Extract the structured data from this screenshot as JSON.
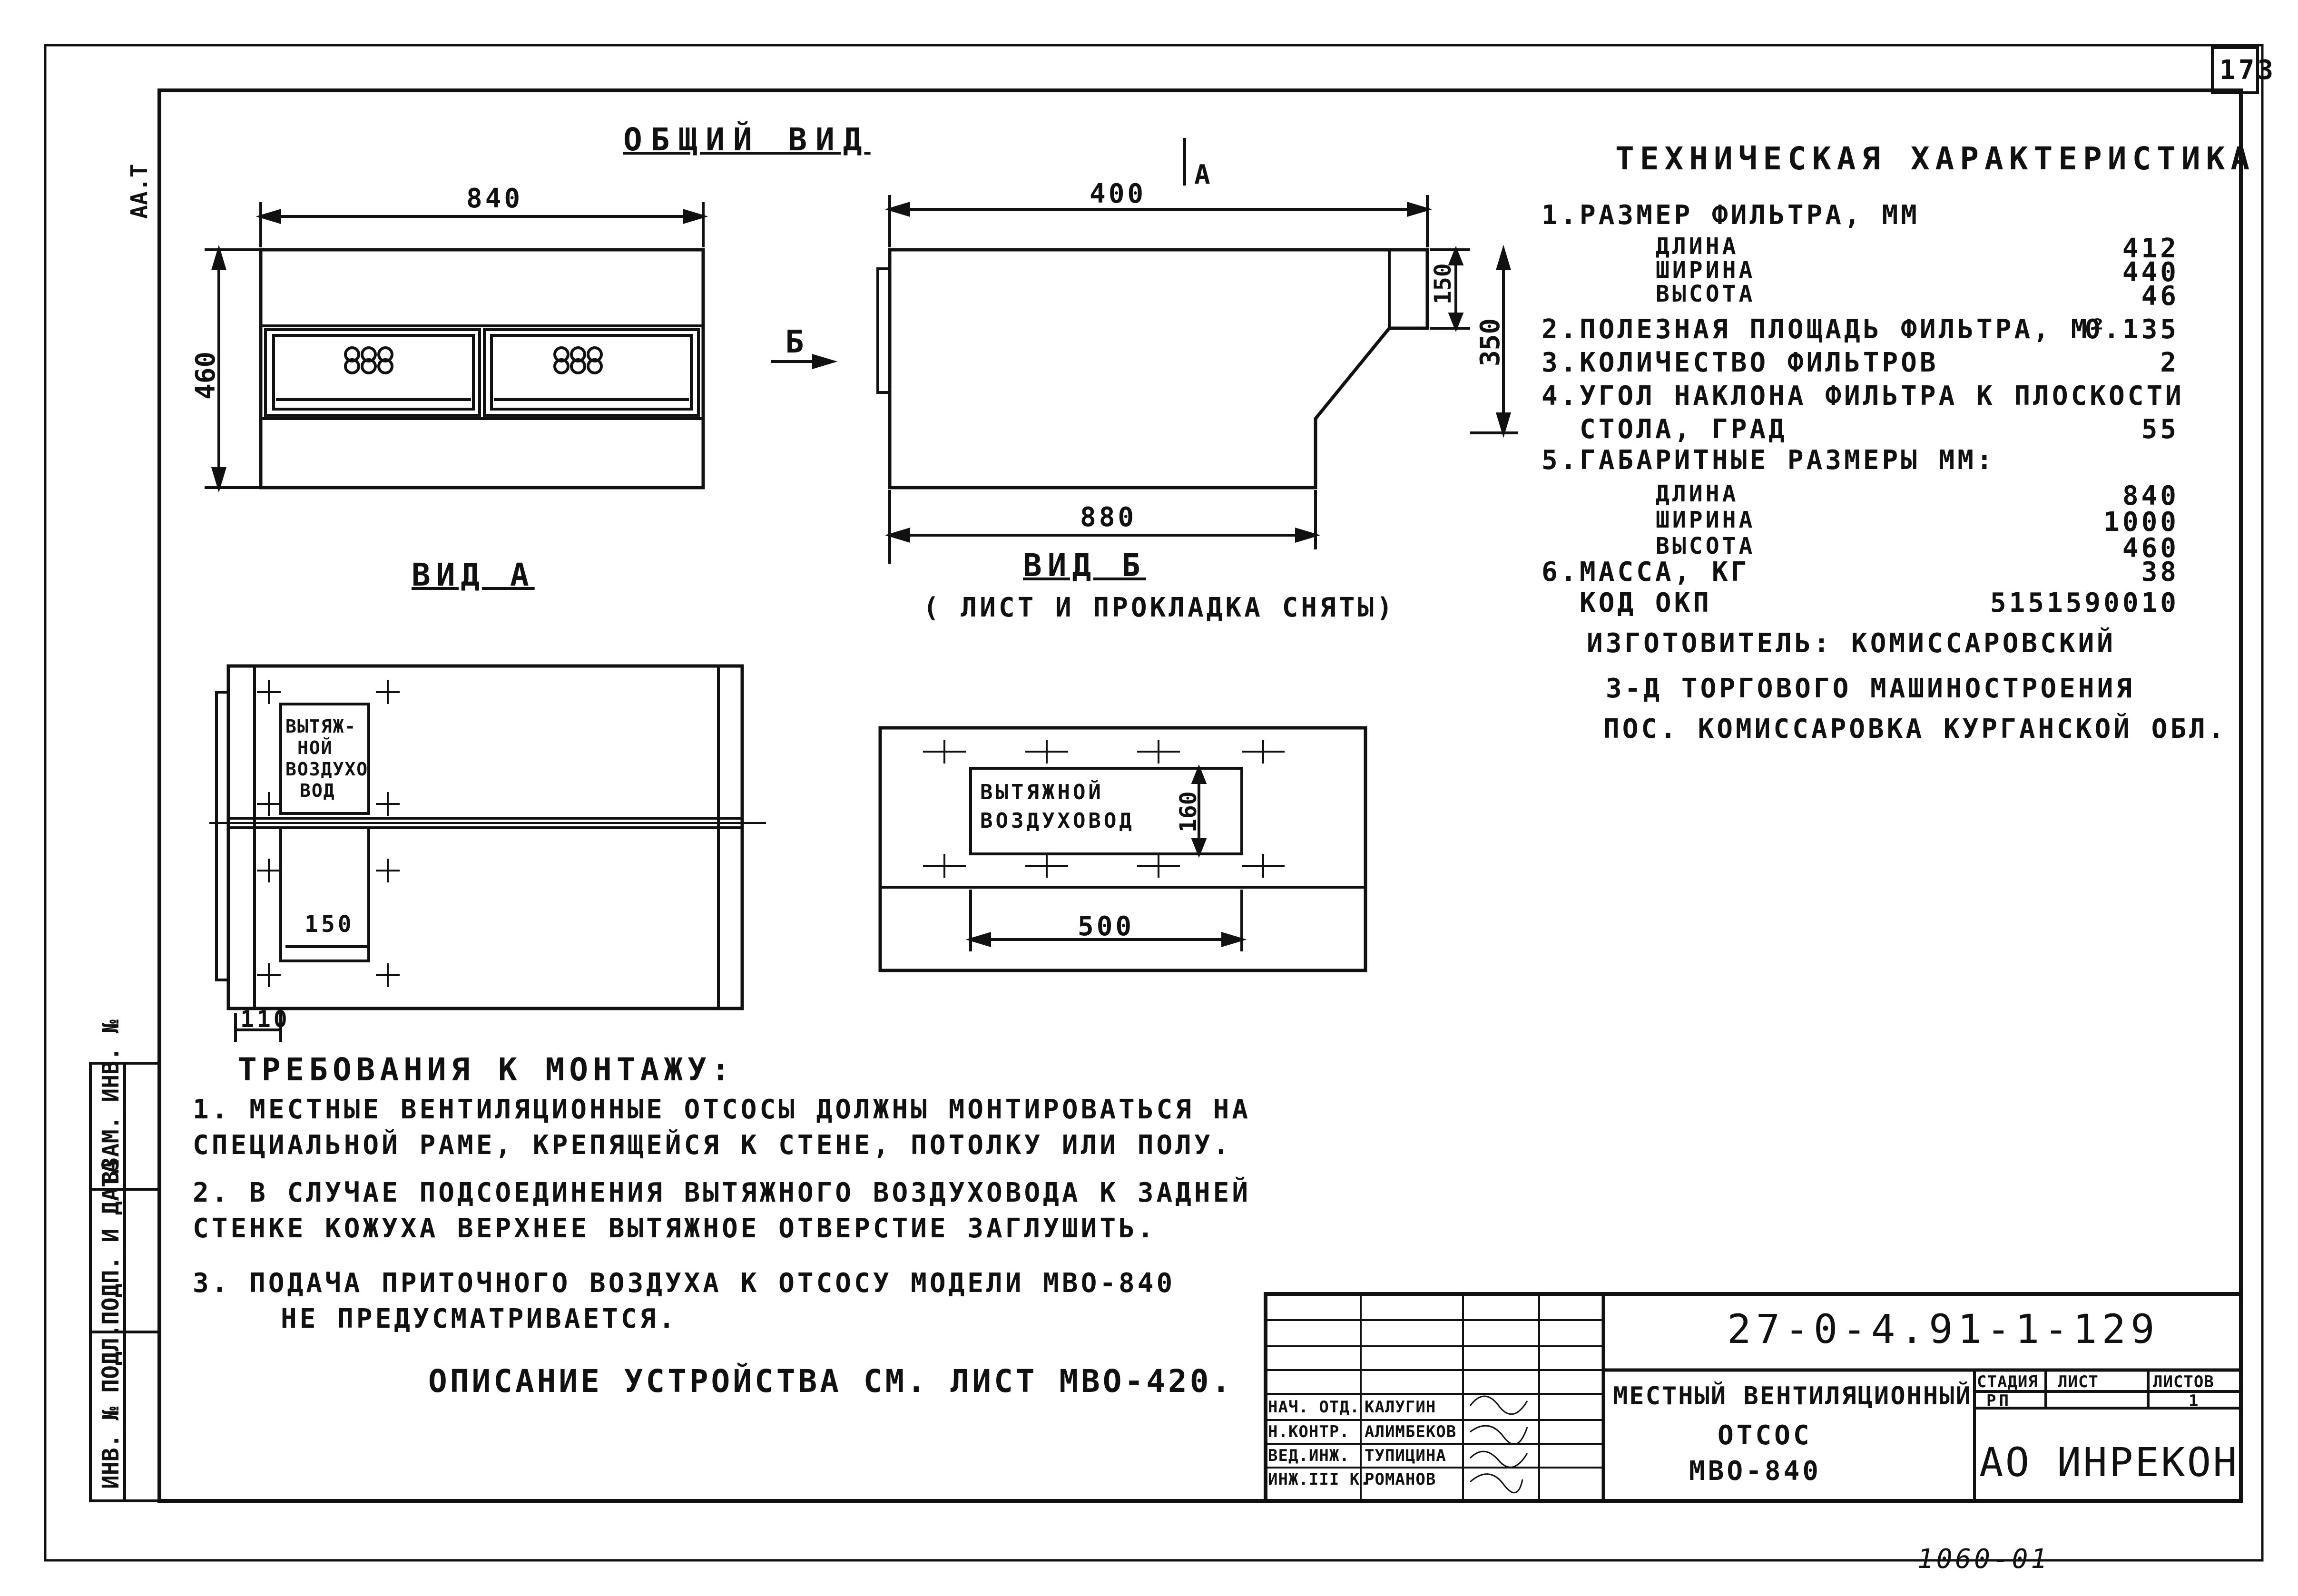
{
  "page_number": "173",
  "corner_mark": "АА.Т",
  "bottom_note": "1060-01",
  "views": {
    "general": "ОБЩИЙ ВИД",
    "view_a": "ВИД А",
    "view_b": "ВИД Б",
    "view_b_note": "( ЛИСТ И ПРОКЛАДКА СНЯТЫ)",
    "arrow_a": "А",
    "arrow_b": "Б"
  },
  "dims": {
    "front_width": "840",
    "front_height": "460",
    "side_top": "400",
    "side_bottom": "880",
    "side_150": "150",
    "side_350": "350",
    "va_150": "150",
    "va_110": "110",
    "vb_160": "160",
    "vb_500": "500"
  },
  "labels": {
    "duct_a": [
      "ВЫТЯЖ-",
      "НОЙ",
      "ВОЗДУХО",
      "ВОД"
    ],
    "duct_b": [
      "ВЫТЯЖНОЙ",
      "ВОЗДУХОВОД"
    ]
  },
  "tech": {
    "title": "ТЕХНИЧЕСКАЯ ХАРАКТЕРИСТИКА",
    "rows": [
      {
        "n": "1.",
        "label": "РАЗМЕР ФИЛЬТРА, ММ",
        "value": ""
      },
      {
        "n": "",
        "label": "ДЛИНА",
        "value": "412",
        "indent": true
      },
      {
        "n": "",
        "label": "ШИРИНА",
        "value": "440",
        "indent": true
      },
      {
        "n": "",
        "label": "ВЫСОТА",
        "value": "46",
        "indent": true
      },
      {
        "n": "2.",
        "label": "ПОЛЕЗНАЯ ПЛОЩАДЬ ФИЛЬТРА, М²",
        "value": "0.135"
      },
      {
        "n": "3.",
        "label": "КОЛИЧЕСТВО ФИЛЬТРОВ",
        "value": "2"
      },
      {
        "n": "4.",
        "label": "УГОЛ НАКЛОНА ФИЛЬТРА К ПЛОСКОСТИ",
        "value": ""
      },
      {
        "n": "",
        "label": "СТОЛА, ГРАД",
        "value": "55"
      },
      {
        "n": "5.",
        "label": "ГАБАРИТНЫЕ РАЗМЕРЫ ММ:",
        "value": ""
      },
      {
        "n": "",
        "label": "ДЛИНА",
        "value": "840",
        "indent": true
      },
      {
        "n": "",
        "label": "ШИРИНА",
        "value": "1000",
        "indent": true
      },
      {
        "n": "",
        "label": "ВЫСОТА",
        "value": "460",
        "indent": true
      },
      {
        "n": "6.",
        "label": "МАССА, КГ",
        "value": "38"
      },
      {
        "n": "",
        "label": "КОД ОКП",
        "value": "5151590010"
      }
    ],
    "maker": "ИЗГОТОВИТЕЛЬ: КОМИССАРОВСКИЙ",
    "maker2": "З-Д ТОРГОВОГО МАШИНОСТРОЕНИЯ",
    "maker3": "ПОС. КОМИССАРОВКА КУРГАНСКОЙ ОБЛ."
  },
  "requirements": {
    "title": "ТРЕБОВАНИЯ К МОНТАЖУ:",
    "items": [
      "1. МЕСТНЫЕ ВЕНТИЛЯЦИОННЫЕ ОТСОСЫ ДОЛЖНЫ МОНТИРОВАТЬСЯ НА",
      "СПЕЦИАЛЬНОЙ РАМЕ, КРЕПЯЩЕЙСЯ К СТЕНЕ, ПОТОЛКУ ИЛИ ПОЛУ.",
      "2. В СЛУЧАЕ ПОДСОЕДИНЕНИЯ ВЫТЯЖНОГО ВОЗДУХОВОДА К ЗАДНЕЙ",
      "СТЕНКЕ КОЖУХА ВЕРХНЕЕ ВЫТЯЖНОЕ ОТВЕРСТИЕ ЗАГЛУШИТЬ.",
      "3. ПОДАЧА ПРИТОЧНОГО ВОЗДУХА К ОТСОСУ МОДЕЛИ МВО-840",
      "НЕ ПРЕДУСМАТРИВАЕТСЯ."
    ],
    "description": "ОПИСАНИЕ УСТРОЙСТВА СМ. ЛИСТ МВО-420."
  },
  "title_block": {
    "doc_code": "27-0-4.91-1-129",
    "name1": "МЕСТНЫЙ ВЕНТИЛЯЦИОННЫЙ",
    "name2": "ОТСОС",
    "name3": "МВО-840",
    "stage_h": "СТАДИЯ",
    "sheet_h": "ЛИСТ",
    "sheets_h": "ЛИСТОВ",
    "stage": "РП",
    "sheet": "",
    "sheets": "1",
    "org": "АО ИНРЕКОН",
    "people": [
      {
        "role": "НАЧ. ОТД.",
        "name": "КАЛУГИН"
      },
      {
        "role": "Н.КОНТР.",
        "name": "АЛИМБЕКОВ"
      },
      {
        "role": "ВЕД.ИНЖ.",
        "name": "ТУПИЦИНА"
      },
      {
        "role": "ИНЖ.III К.",
        "name": "РОМАНОВ"
      }
    ]
  },
  "side_stamps": [
    "ИНВ. № ПОДЛ.",
    "ПОДП. И ДАТА",
    "ВЗАМ. ИНВ. №"
  ]
}
